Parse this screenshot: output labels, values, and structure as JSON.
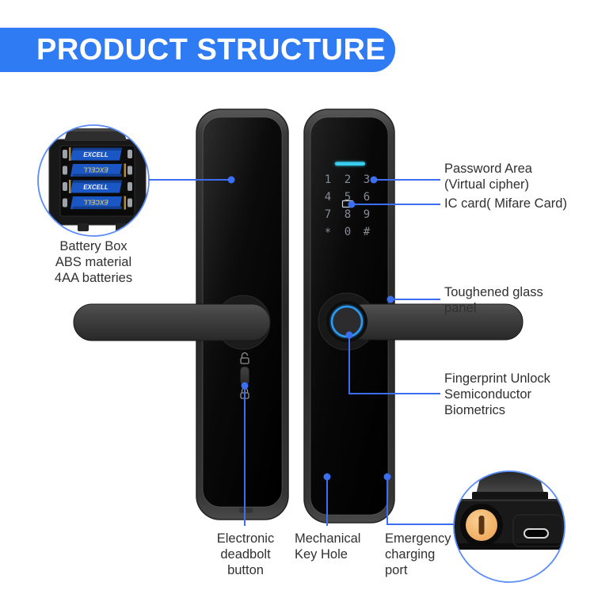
{
  "title": "PRODUCT STRUCTURE",
  "battery_brand": "EXCELL",
  "labels": {
    "battery": "Battery Box\nABS material\n4AA batteries",
    "password": "Password Area\n(Virtual cipher)",
    "ic_card": "IC card( Mifare Card)",
    "glass": "Toughened glass\npanel",
    "fingerprint": "Fingerprint Unlock\nSemiconductor\nBiometrics",
    "deadbolt": "Electronic\ndeadbolt\nbutton",
    "keyhole": "Mechanical\nKey Hole",
    "charging": "Emergency\ncharging\nport"
  },
  "keypad": {
    "rows": [
      [
        "1",
        "2",
        "3"
      ],
      [
        "4",
        "5",
        "6"
      ],
      [
        "7",
        "8",
        "9"
      ],
      [
        "*",
        "0",
        "#"
      ]
    ]
  },
  "colors": {
    "banner_blue": "#2e7bf3",
    "line_blue": "#3b6ef0",
    "indicator_cyan": "#38cdee",
    "fingerprint_ring": "#2b9cf5",
    "keyhole_gold": "#f0ad62",
    "label_text": "#303030"
  }
}
